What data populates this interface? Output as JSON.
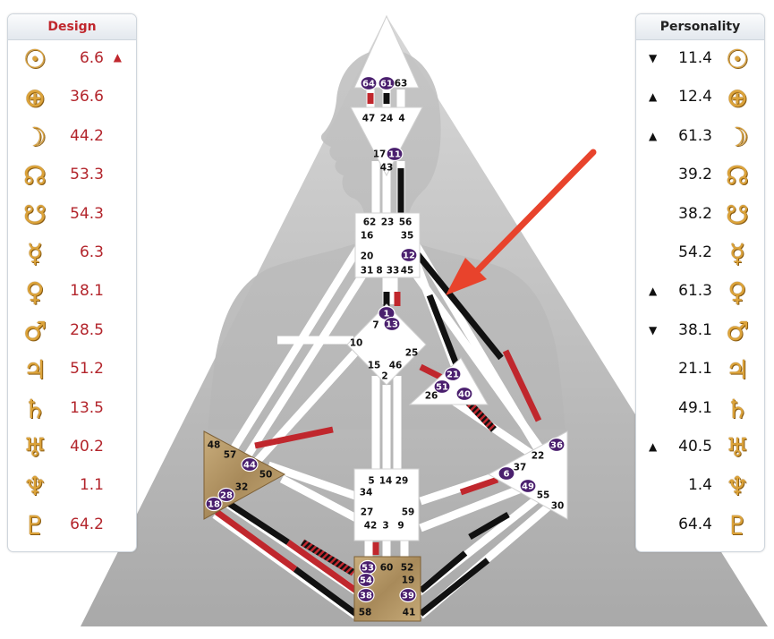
{
  "design": {
    "title": "Design",
    "rows": [
      {
        "icon": "sun-icon",
        "glyph": "☉",
        "value": "6.6",
        "mark": "▲"
      },
      {
        "icon": "earth-icon",
        "glyph": "⊕",
        "value": "36.6",
        "mark": ""
      },
      {
        "icon": "moon-icon",
        "glyph": "☽",
        "value": "44.2",
        "mark": ""
      },
      {
        "icon": "north-node-icon",
        "glyph": "☊",
        "value": "53.3",
        "mark": ""
      },
      {
        "icon": "south-node-icon",
        "glyph": "☋",
        "value": "54.3",
        "mark": ""
      },
      {
        "icon": "mercury-icon",
        "glyph": "☿",
        "value": "6.3",
        "mark": ""
      },
      {
        "icon": "venus-icon",
        "glyph": "♀",
        "value": "18.1",
        "mark": ""
      },
      {
        "icon": "mars-icon",
        "glyph": "♂",
        "value": "28.5",
        "mark": ""
      },
      {
        "icon": "jupiter-icon",
        "glyph": "♃",
        "value": "51.2",
        "mark": ""
      },
      {
        "icon": "saturn-icon",
        "glyph": "♄",
        "value": "13.5",
        "mark": ""
      },
      {
        "icon": "uranus-icon",
        "glyph": "♅",
        "value": "40.2",
        "mark": ""
      },
      {
        "icon": "neptune-icon",
        "glyph": "♆",
        "value": "1.1",
        "mark": ""
      },
      {
        "icon": "pluto-icon",
        "glyph": "♇",
        "value": "64.2",
        "mark": ""
      }
    ]
  },
  "personality": {
    "title": "Personality",
    "rows": [
      {
        "icon": "sun-icon",
        "glyph": "☉",
        "value": "11.4",
        "mark": "▼"
      },
      {
        "icon": "earth-icon",
        "glyph": "⊕",
        "value": "12.4",
        "mark": "▲"
      },
      {
        "icon": "moon-icon",
        "glyph": "☽",
        "value": "61.3",
        "mark": "▲"
      },
      {
        "icon": "north-node-icon",
        "glyph": "☊",
        "value": "39.2",
        "mark": ""
      },
      {
        "icon": "south-node-icon",
        "glyph": "☋",
        "value": "38.2",
        "mark": ""
      },
      {
        "icon": "mercury-icon",
        "glyph": "☿",
        "value": "54.2",
        "mark": ""
      },
      {
        "icon": "venus-icon",
        "glyph": "♀",
        "value": "61.3",
        "mark": "▲"
      },
      {
        "icon": "mars-icon",
        "glyph": "♂",
        "value": "38.1",
        "mark": "▼"
      },
      {
        "icon": "jupiter-icon",
        "glyph": "♃",
        "value": "21.1",
        "mark": ""
      },
      {
        "icon": "saturn-icon",
        "glyph": "♄",
        "value": "49.1",
        "mark": ""
      },
      {
        "icon": "uranus-icon",
        "glyph": "♅",
        "value": "40.5",
        "mark": "▲"
      },
      {
        "icon": "neptune-icon",
        "glyph": "♆",
        "value": "1.4",
        "mark": ""
      },
      {
        "icon": "pluto-icon",
        "glyph": "♇",
        "value": "64.4",
        "mark": ""
      }
    ]
  },
  "colors": {
    "design_red": "#c0272d",
    "personality_black": "#111111",
    "center_defined": "#b09468",
    "center_open": "#ffffff",
    "active_gate": "#4a1f6e",
    "arrow": "#e8432c"
  },
  "bodygraph": {
    "head_gates": [
      "64",
      "61",
      "63"
    ],
    "ajna_gates": [
      "47",
      "24",
      "4",
      "17",
      "11",
      "43"
    ],
    "throat_gates": [
      "62",
      "23",
      "56",
      "16",
      "35",
      "20",
      "12",
      "31",
      "8",
      "33",
      "45"
    ],
    "g_gates": [
      "1",
      "13",
      "7",
      "10",
      "25",
      "15",
      "46",
      "2"
    ],
    "ego_gates": [
      "21",
      "51",
      "26",
      "40"
    ],
    "spleen_gates": [
      "48",
      "57",
      "44",
      "50",
      "32",
      "28",
      "18"
    ],
    "sacral_gates": [
      "5",
      "14",
      "29",
      "34",
      "27",
      "59",
      "42",
      "3",
      "9"
    ],
    "solar_plexus_gates": [
      "36",
      "22",
      "37",
      "6",
      "49",
      "55",
      "30"
    ],
    "root_gates": [
      "53",
      "60",
      "52",
      "54",
      "19",
      "38",
      "39",
      "58",
      "41"
    ]
  }
}
